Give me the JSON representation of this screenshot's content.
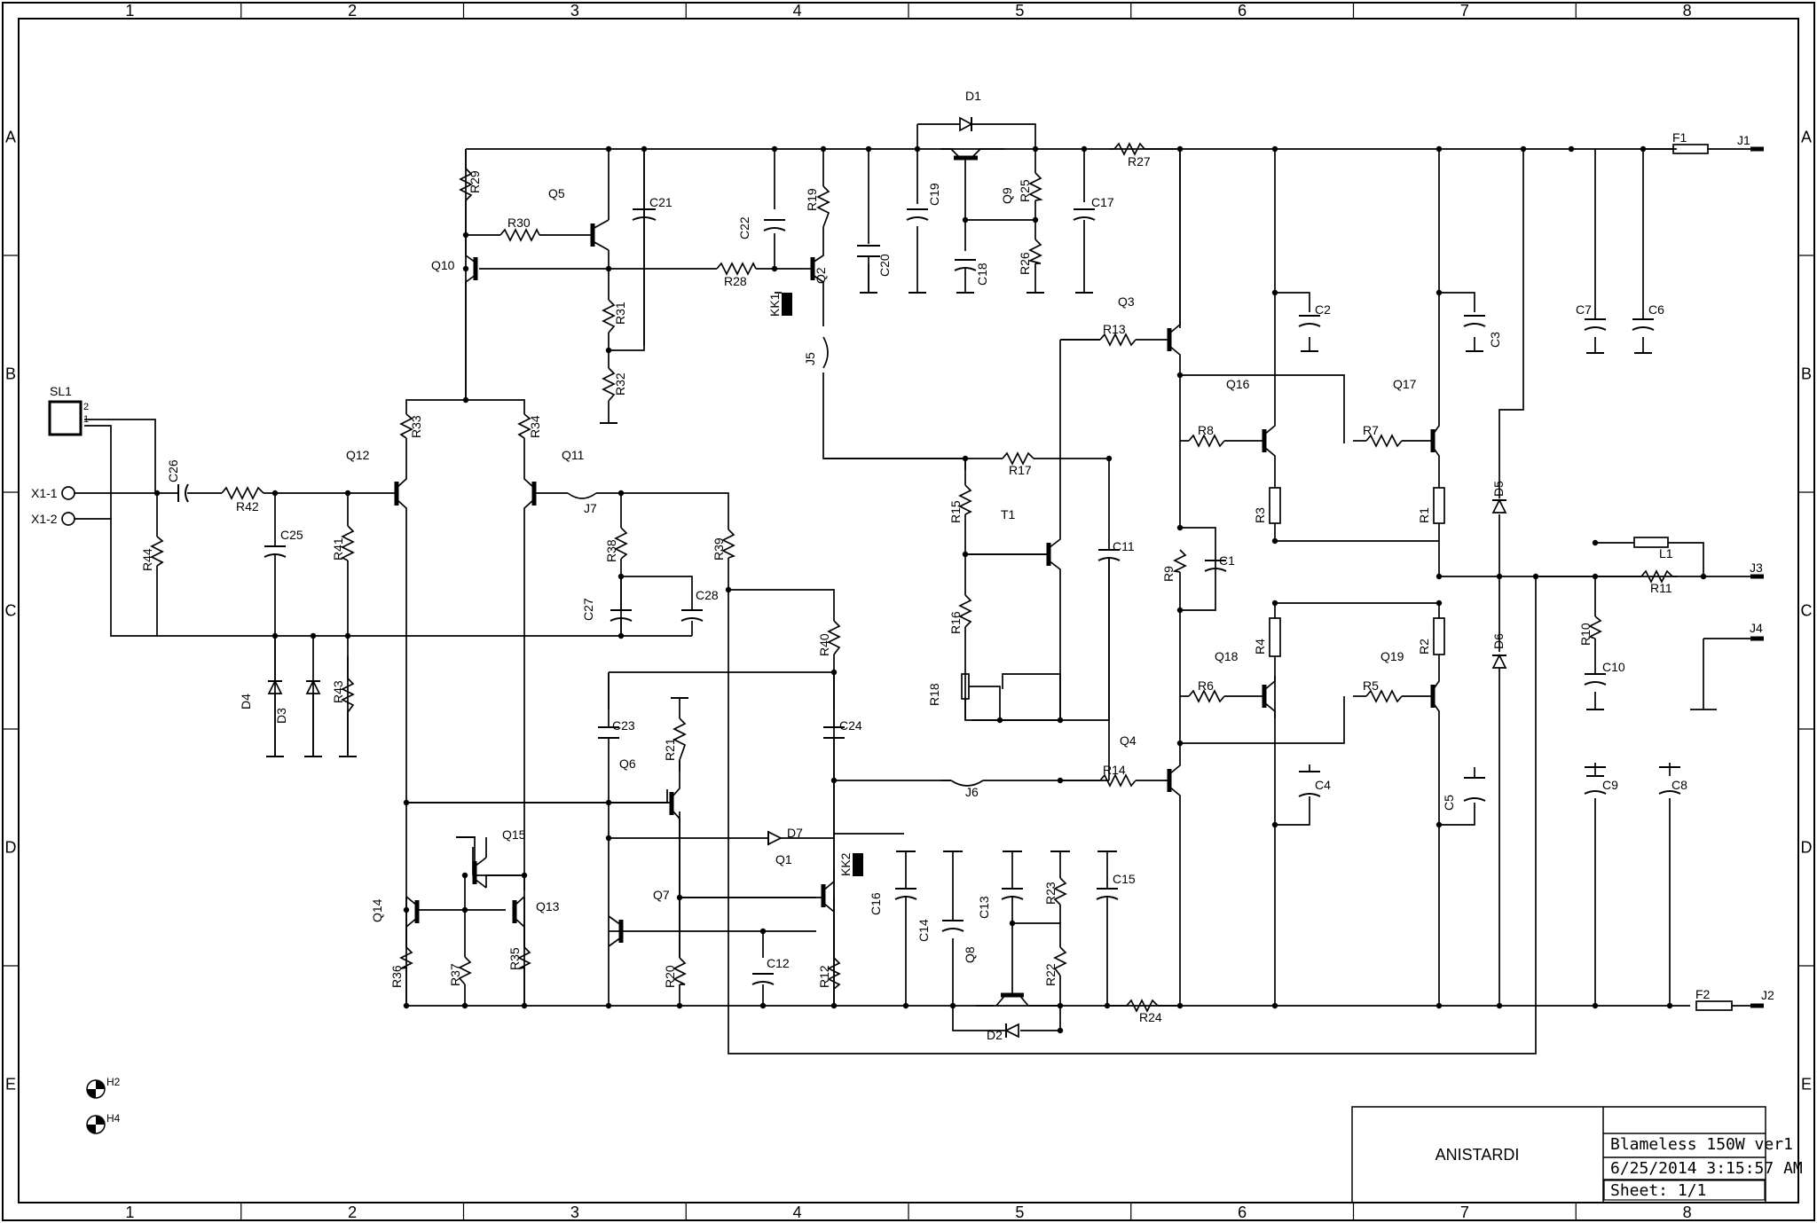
{
  "sheet": {
    "columns": [
      "1",
      "2",
      "3",
      "4",
      "5",
      "6",
      "7",
      "8"
    ],
    "rows": [
      "A",
      "B",
      "C",
      "D",
      "E"
    ]
  },
  "title_block": {
    "organization": "ANISTARDI",
    "title": "Blameless 150W ver1",
    "date": "6/25/2014 3:15:57 AM",
    "sheet": "Sheet: 1/1"
  },
  "connectors": {
    "input_header": "SL1",
    "input_pin1": "X1-1",
    "input_pin2": "X1-2",
    "pin_2": "2",
    "pin_1": "1",
    "j1": "J1",
    "j2": "J2",
    "j3": "J3",
    "j4": "J4",
    "f1": "F1",
    "f2": "F2",
    "l1": "L1",
    "h2": "H2",
    "h4": "H4"
  },
  "components": {
    "transistors": [
      "Q1",
      "Q2",
      "Q3",
      "Q4",
      "Q5",
      "Q6",
      "Q7",
      "Q8",
      "Q9",
      "Q10",
      "Q11",
      "Q12",
      "Q13",
      "Q14",
      "Q15",
      "Q16",
      "Q17",
      "Q18",
      "Q19",
      "T1"
    ],
    "resistors": [
      "R1",
      "R2",
      "R3",
      "R4",
      "R5",
      "R6",
      "R7",
      "R8",
      "R9",
      "R10",
      "R11",
      "R12",
      "R13",
      "R14",
      "R15",
      "R16",
      "R17",
      "R18",
      "R19",
      "R20",
      "R21",
      "R22",
      "R23",
      "R24",
      "R25",
      "R26",
      "R27",
      "R28",
      "R29",
      "R30",
      "R31",
      "R32",
      "R33",
      "R34",
      "R35",
      "R36",
      "R37",
      "R38",
      "R39",
      "R40",
      "R41",
      "R42",
      "R43",
      "R44"
    ],
    "capacitors": [
      "C1",
      "C2",
      "C3",
      "C4",
      "C5",
      "C6",
      "C7",
      "C8",
      "C9",
      "C10",
      "C11",
      "C12",
      "C13",
      "C14",
      "C15",
      "C16",
      "C17",
      "C18",
      "C19",
      "C20",
      "C21",
      "C22",
      "C23",
      "C24",
      "C25",
      "C26",
      "C27",
      "C28"
    ],
    "diodes": [
      "D1",
      "D2",
      "D3",
      "D4",
      "D5",
      "D6",
      "D7"
    ],
    "jumpers": [
      "J5",
      "J6",
      "J7"
    ],
    "heatsink_contacts": [
      "KK1",
      "KK2"
    ]
  }
}
